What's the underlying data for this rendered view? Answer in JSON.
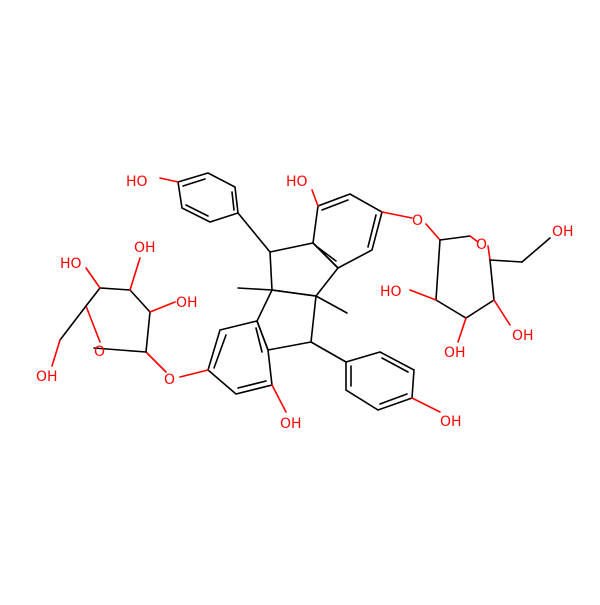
{
  "molecule": {
    "atom_labels": {
      "oh_phenol_left_top": "HO",
      "oh_core_top": "HO",
      "o_ether_right": "O",
      "oh_sugar_right_ch2oh": "OH",
      "o_ring_right": "O",
      "oh_sugar_right_2": "HO",
      "oh_sugar_right_3": "OH",
      "oh_sugar_right_4": "OH",
      "oh_sugar_left_top": "OH",
      "oh_sugar_left_3": "HO",
      "oh_sugar_left_2": "OH",
      "o_ring_left": "O",
      "oh_sugar_left_ch2oh": "OH",
      "o_ether_left": "O",
      "oh_core_bottom": "OH",
      "oh_phenol_right_bottom": "OH"
    },
    "colors": {
      "bond": "#000000",
      "heteroatom": "#ff0000"
    }
  }
}
